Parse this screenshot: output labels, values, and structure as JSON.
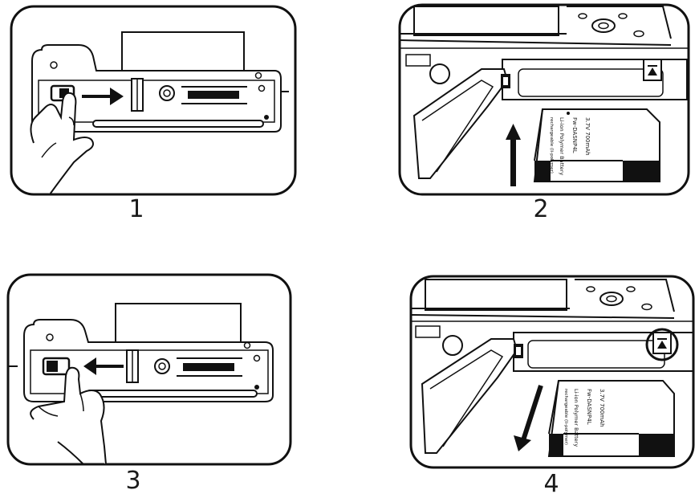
{
  "steps": [
    {
      "number": "1",
      "action": "slide latch right to open battery door"
    },
    {
      "number": "2",
      "action": "insert battery into compartment"
    },
    {
      "number": "3",
      "action": "slide latch left to close battery door"
    },
    {
      "number": "4",
      "action": "remove battery from compartment"
    }
  ],
  "battery": {
    "model": "Fw-DASNP4L",
    "spec": "3.7V 700mAh",
    "type": "Li-ion Polymer Battery",
    "note": "rechargeable (li-polymer)"
  },
  "colors": {
    "line": "#111111",
    "fill": "#ffffff",
    "battery_band": "#111111"
  }
}
